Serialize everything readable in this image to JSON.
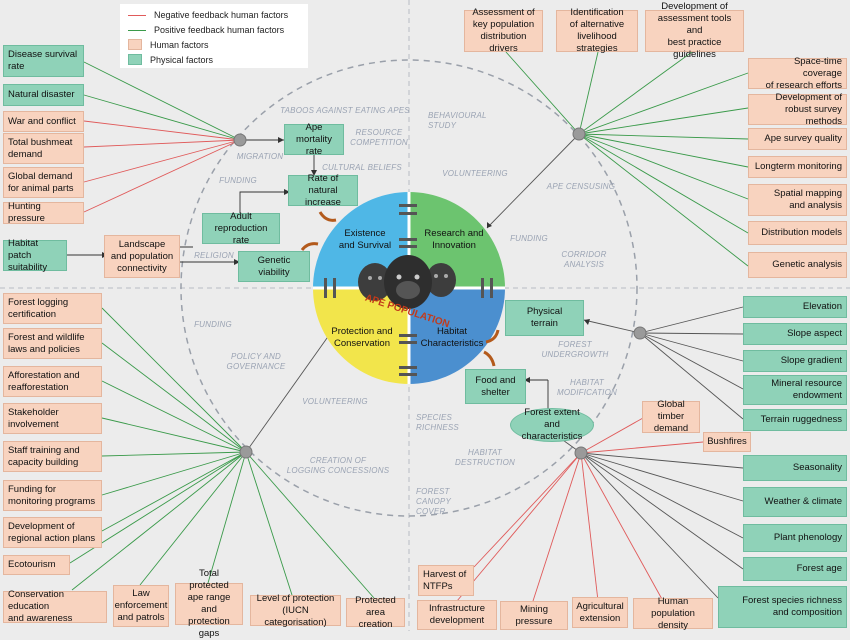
{
  "legend": {
    "negative": "Negative feedback human factors",
    "positive": "Positive feedback human factors",
    "human": "Human factors",
    "physical": "Physical factors",
    "colors": {
      "negative": "#e05a5a",
      "positive": "#3a9a4a",
      "human": "#f8d3bf",
      "physical": "#8fd2b8"
    }
  },
  "center": {
    "q1": "Existence\nand Survival",
    "q2": "Research and\nInnovation",
    "q3": "Protection and\nConservation",
    "q4": "Habitat\nCharacteristics",
    "title": "APE POPULATION"
  },
  "top_left": {
    "disease": "Disease survival\nrate",
    "natural_disaster": "Natural disaster",
    "war": "War and conflict",
    "bushmeat": "Total bushmeat\ndemand",
    "global_demand": "Global demand\nfor animal parts",
    "hunting": "Hunting pressure",
    "habitat_patch": "Habitat patch\nsuitability",
    "landscape": "Landscape\nand population\nconnectivity",
    "genetic_viability": "Genetic\nviability",
    "adult_repro": "Adult reproduction\nrate",
    "natural_increase": "Rate of natural\nincrease",
    "mortality": "Ape mortality\nrate"
  },
  "top_right": {
    "assessment": "Assessment of\nkey population\ndistribution drivers",
    "identification": "Identification\nof alternative\nlivelihood strategies",
    "development": "Development of\nassessment tools and\nbest practice guidelines",
    "space_time": "Space-time coverage\nof research efforts",
    "robust": "Development of\nrobust survey methods",
    "survey_quality": "Ape survey quality",
    "longterm": "Longterm monitoring",
    "spatial": "Spatial mapping\nand analysis",
    "distribution": "Distribution models",
    "genetic_analysis": "Genetic analysis"
  },
  "bottom_left": {
    "logging": "Forest logging\ncertification",
    "laws": "Forest and wildlife\nlaws and policies",
    "afforestation": "Afforestation and\nreafforestation",
    "stakeholder": "Stakeholder\ninvolvement",
    "staff": "Staff training and\ncapacity building",
    "funding": "Funding for\nmonitoring programs",
    "regional": "Development of\nregional action plans",
    "ecotourism": "Ecotourism",
    "education": "Conservation education\nand awareness",
    "law_enforcement": "Law\nenforcement\nand patrols",
    "protected_range": "Total protected\nape range and\nprotection gaps",
    "iucn": "Level of protection\n(IUCN categorisation)",
    "protected_area": "Protected\narea creation"
  },
  "bottom_right": {
    "elevation": "Elevation",
    "slope_aspect": "Slope aspect",
    "slope_gradient": "Slope gradient",
    "mineral": "Mineral resource\nendowment",
    "terrain": "Terrain ruggedness",
    "physical_terrain": "Physical\nterrain",
    "food_shelter": "Food and\nshelter",
    "forest_extent": "Forest extent\nand characteristics",
    "global_timber": "Global timber\ndemand",
    "bushfires": "Bushfires",
    "seasonality": "Seasonality",
    "weather": "Weather & climate",
    "phenology": "Plant phenology",
    "forest_age": "Forest age",
    "richness": "Forest species richness\nand composition",
    "ntfp": "Harvest of\nNTFPs",
    "infrastructure": "Infrastructure\ndevelopment",
    "mining": "Mining pressure",
    "agricultural": "Agricultural\nextension",
    "human_density": "Human population\ndensity"
  },
  "labels": {
    "taboos": "TABOOS AGAINST EATING APES",
    "resource": "RESOURCE\nCOMPETITION",
    "migration": "MIGRATION",
    "cultural": "CULTURAL BELIEFS",
    "funding_tl": "FUNDING",
    "religion": "RELIGION",
    "behavioural": "BEHAVIOURAL\nSTUDY",
    "volunteering_tr": "VOLUNTEERING",
    "ape_censusing": "APE CENSUSING",
    "funding_tr": "FUNDING",
    "corridor": "CORRIDOR\nANALYSIS",
    "funding_bl": "FUNDING",
    "policy": "POLICY AND\nGOVERNANCE",
    "volunteering_bl": "VOLUNTEERING",
    "creation": "CREATION OF\nLOGGING CONCESSIONS",
    "forest_undergrowth": "FOREST\nUNDERGROWTH",
    "habitat_mod": "HABITAT\nMODIFICATION",
    "species_richness": "SPECIES\nRICHNESS",
    "habitat_destruction": "HABITAT\nDESTRUCTION",
    "forest_canopy": "FOREST CANOPY\nCOVER"
  }
}
